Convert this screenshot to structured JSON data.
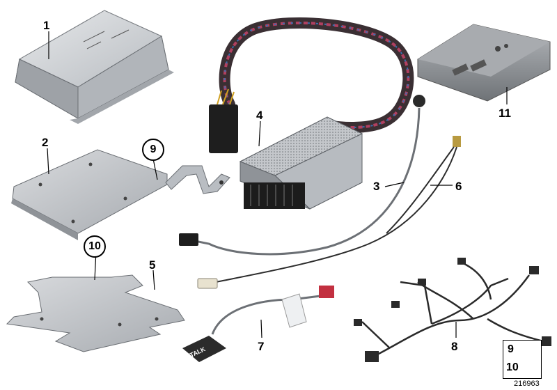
{
  "callouts": {
    "part_1": "1",
    "part_2": "2",
    "part_3": "3",
    "part_4": "4",
    "part_5": "5",
    "part_6": "6",
    "part_7": "7",
    "part_8": "8",
    "part_9": "9",
    "part_10": "10",
    "part_11": "11"
  },
  "labels": {
    "talk_button": "TALK"
  },
  "legend": {
    "item_a": "9",
    "item_b": "10"
  },
  "diagram_id": "216963",
  "colors": {
    "metal": "#c9ccd0",
    "metal_dark": "#8e9298",
    "cable": "#5a5d60",
    "harness": "#2a2a2a",
    "connector_red": "#c23040"
  }
}
